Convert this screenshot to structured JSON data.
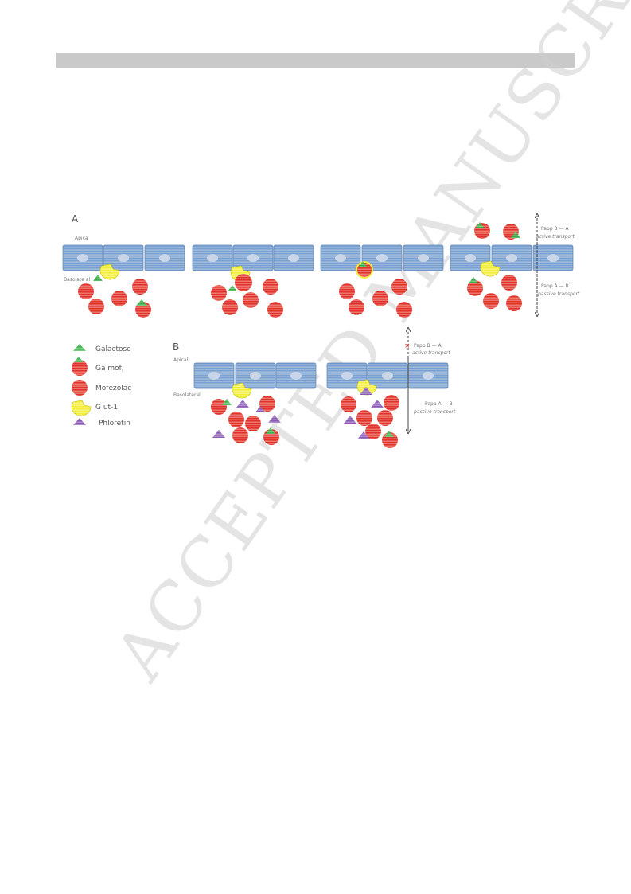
{
  "header_bar": "",
  "watermark": "ACCEPTED MANUSCRIPT",
  "panel_a": {
    "label": "A",
    "apical_label": "Apica",
    "basolateral_label": "Basolate al",
    "papp_ba_label": "Papp B — A",
    "papp_ba_sub": "active transport",
    "papp_ab_label": "Papp A — B",
    "papp_ab_sub": "passive transport"
  },
  "panel_b": {
    "label": "B",
    "apical_label": "Apical",
    "basolateral_label": "Basolateral",
    "papp_ba_label": "Papp B — A",
    "papp_ba_sub": "active transport",
    "papp_ab_label": "Papp A — B",
    "papp_ab_sub": "passive transport"
  },
  "legend": [
    {
      "label": "Galactose",
      "icon": "galactose-triangle-icon"
    },
    {
      "label": "Ga mof,",
      "icon": "galmofezolac-icon"
    },
    {
      "label": "Mofezolac",
      "icon": "mofezolac-icon"
    },
    {
      "label": "G ut-1",
      "icon": "glut1-icon"
    },
    {
      "label": "Phloretin",
      "icon": "phloretin-triangle-icon"
    }
  ],
  "colors": {
    "cell_fill": "#7aa0cf",
    "cell_stripe": "#a8c2e2",
    "nucleus": "#c9d6ea",
    "mofezolac": "#e0322a",
    "galactose": "#3cb04a",
    "glut1": "#f2ee3a",
    "phloretin": "#8a5bb5"
  }
}
